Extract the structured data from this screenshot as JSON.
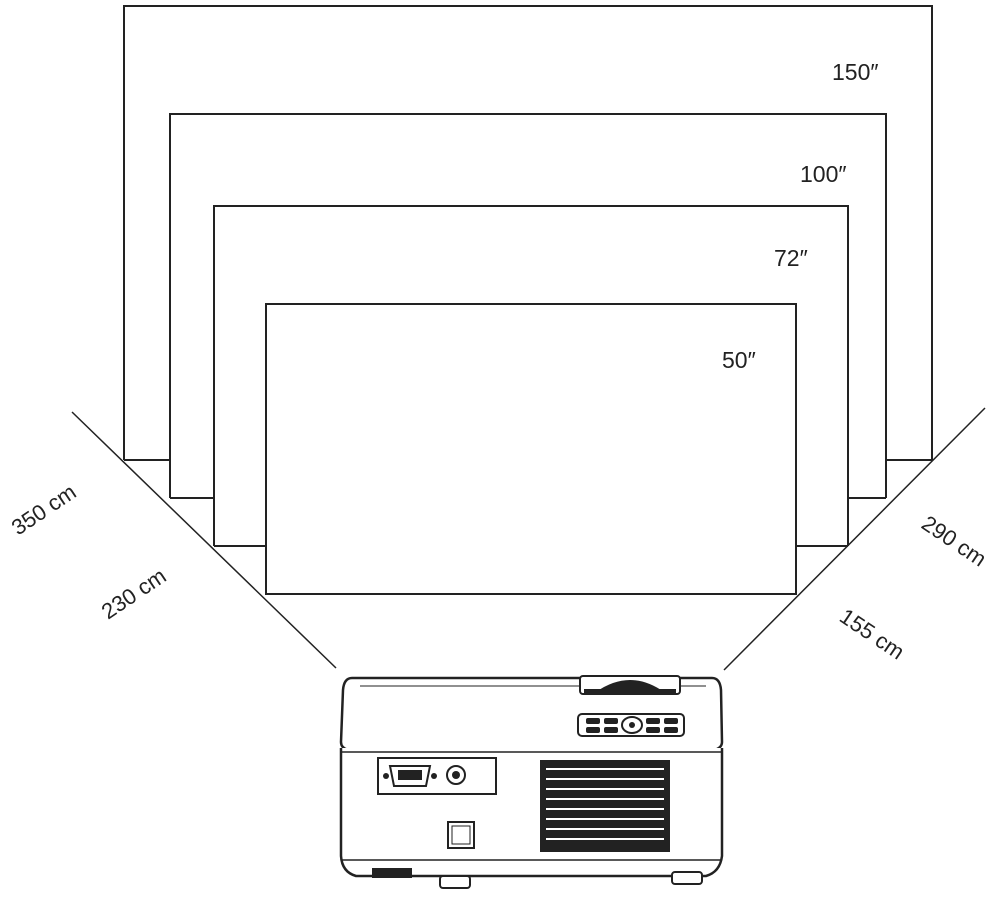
{
  "diagram": {
    "screens": [
      {
        "label": "150″"
      },
      {
        "label": "100″"
      },
      {
        "label": "72″"
      },
      {
        "label": "50″"
      }
    ],
    "distances": {
      "left_outer": "350 cm",
      "left_inner": "230 cm",
      "right_outer": "290 cm",
      "right_inner": "155 cm"
    },
    "colors": {
      "stroke": "#222222",
      "background": "#ffffff"
    },
    "icons": [
      "projector-icon",
      "vga-port-icon",
      "av-port-icon",
      "power-port-icon",
      "control-panel-icon"
    ]
  }
}
